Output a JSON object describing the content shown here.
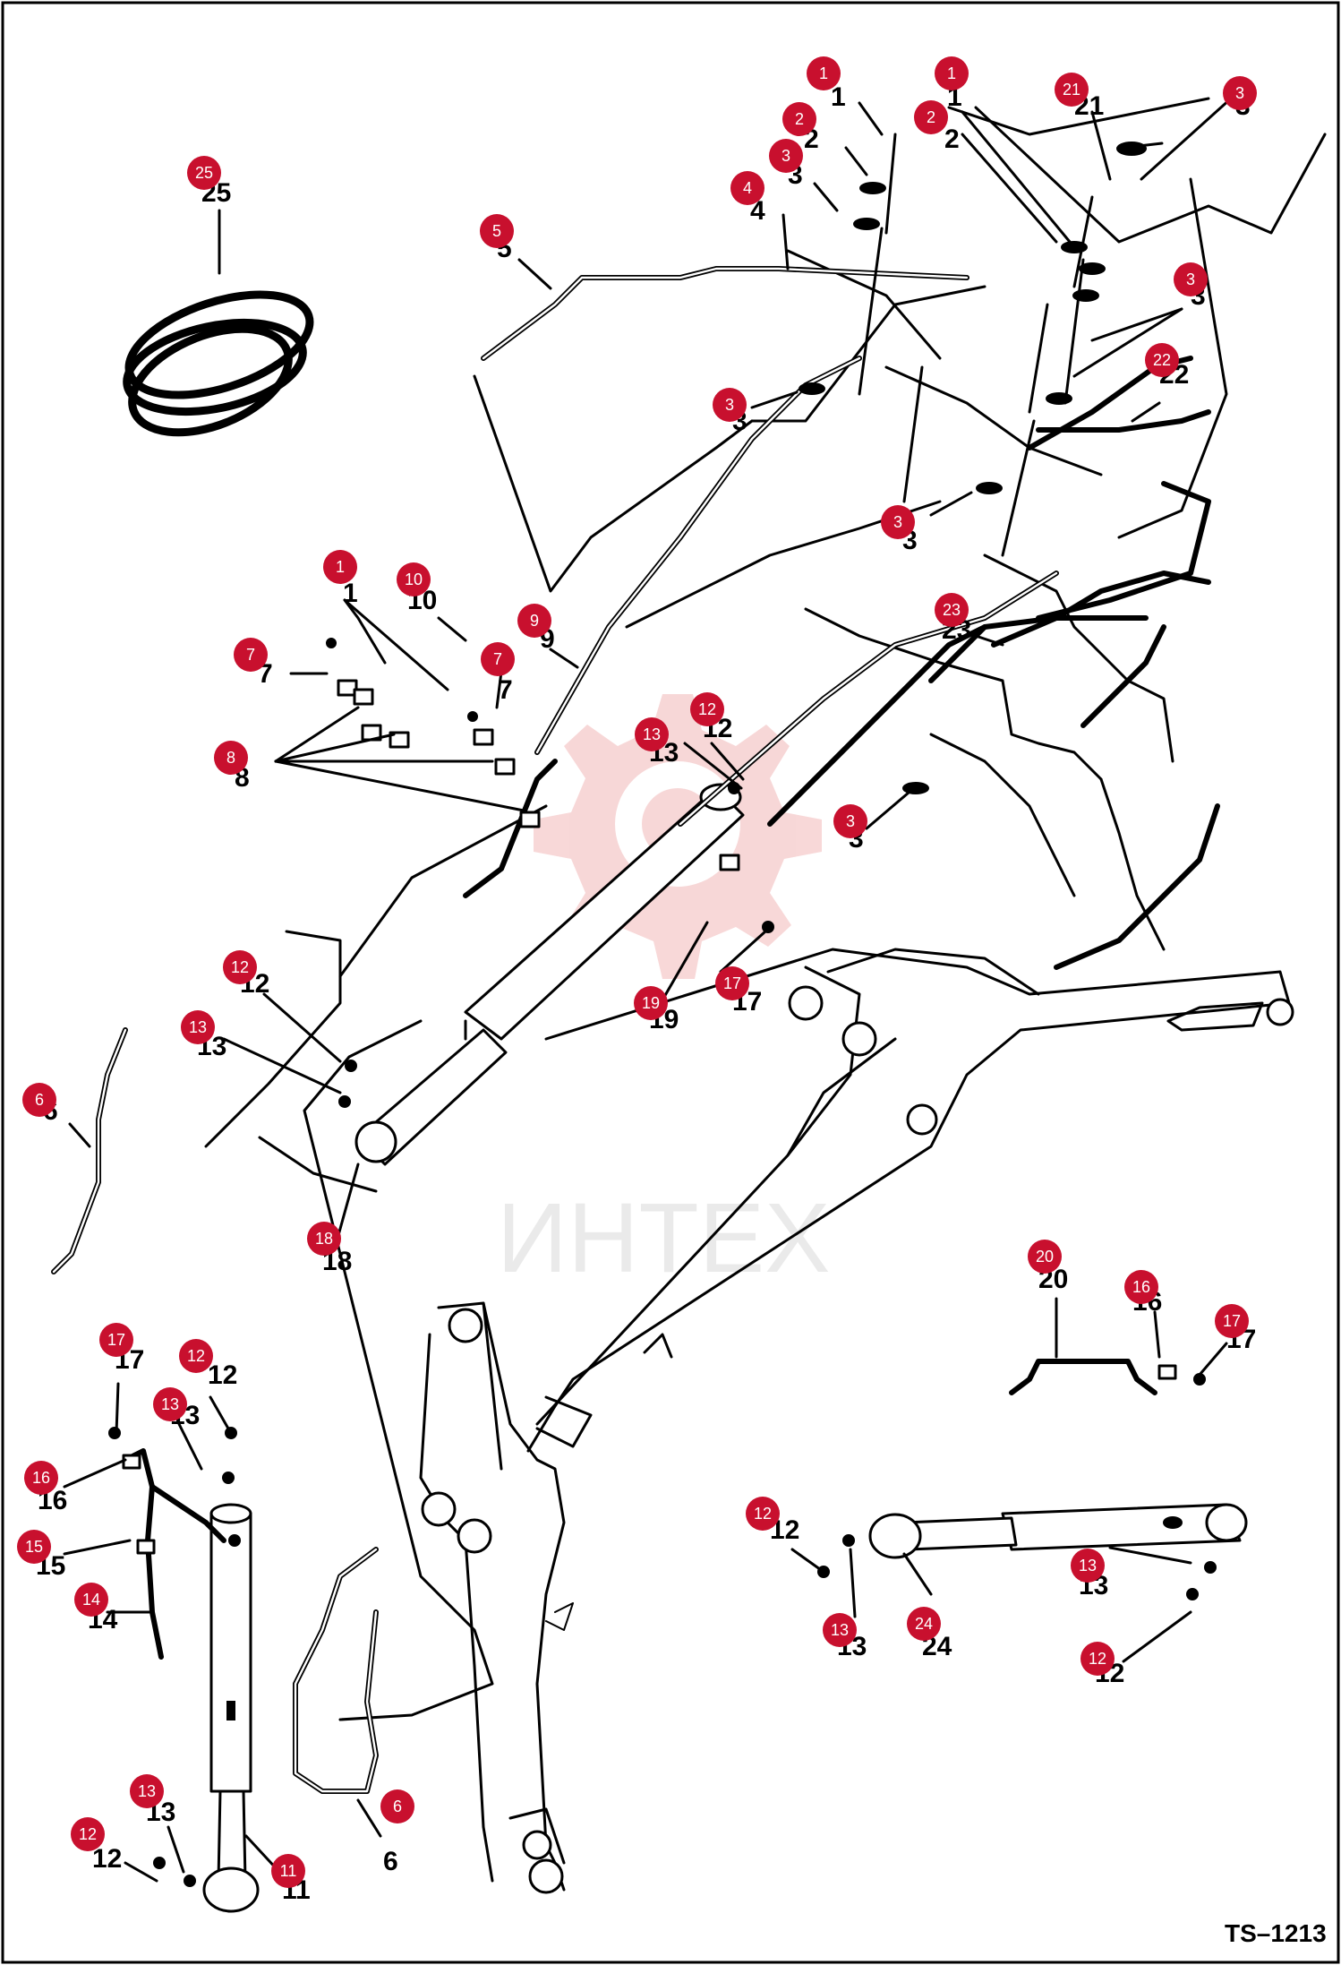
{
  "drawing_ref": "TS–1213",
  "watermark": "ИНТЕХ",
  "callouts": [
    {
      "num": "1"
    },
    {
      "num": "1"
    },
    {
      "num": "1"
    },
    {
      "num": "2"
    },
    {
      "num": "2"
    },
    {
      "num": "3"
    },
    {
      "num": "3"
    },
    {
      "num": "3"
    },
    {
      "num": "3"
    },
    {
      "num": "3"
    },
    {
      "num": "3"
    },
    {
      "num": "4"
    },
    {
      "num": "5"
    },
    {
      "num": "6"
    },
    {
      "num": "6"
    },
    {
      "num": "7"
    },
    {
      "num": "7"
    },
    {
      "num": "8"
    },
    {
      "num": "9"
    },
    {
      "num": "10"
    },
    {
      "num": "11"
    },
    {
      "num": "12"
    },
    {
      "num": "12"
    },
    {
      "num": "12"
    },
    {
      "num": "12"
    },
    {
      "num": "12"
    },
    {
      "num": "12"
    },
    {
      "num": "13"
    },
    {
      "num": "13"
    },
    {
      "num": "13"
    },
    {
      "num": "13"
    },
    {
      "num": "13"
    },
    {
      "num": "13"
    },
    {
      "num": "14"
    },
    {
      "num": "15"
    },
    {
      "num": "16"
    },
    {
      "num": "16"
    },
    {
      "num": "17"
    },
    {
      "num": "17"
    },
    {
      "num": "17"
    },
    {
      "num": "18"
    },
    {
      "num": "19"
    },
    {
      "num": "20"
    },
    {
      "num": "21"
    },
    {
      "num": "22"
    },
    {
      "num": "23"
    },
    {
      "num": "24"
    },
    {
      "num": "25"
    }
  ]
}
